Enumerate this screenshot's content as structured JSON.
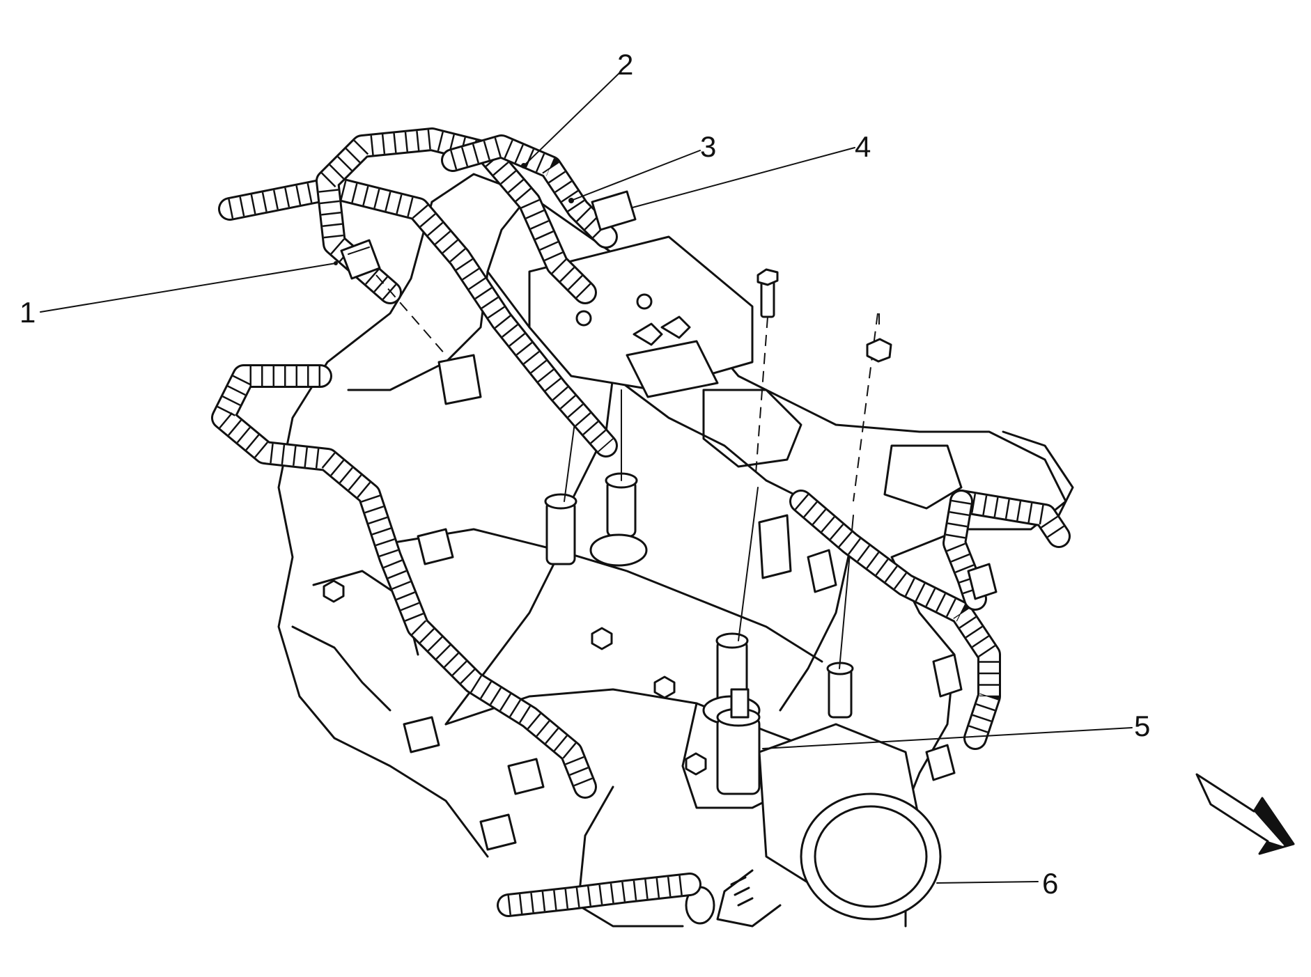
{
  "callouts": [
    {
      "id": "1",
      "label": "1"
    },
    {
      "id": "2",
      "label": "2"
    },
    {
      "id": "3",
      "label": "3"
    },
    {
      "id": "4",
      "label": "4"
    },
    {
      "id": "5",
      "label": "5"
    },
    {
      "id": "6",
      "label": "6"
    }
  ],
  "icons": {
    "view_direction": "view-direction-arrow-icon"
  },
  "colors": {
    "ink": "#111111",
    "paper": "#ffffff"
  }
}
